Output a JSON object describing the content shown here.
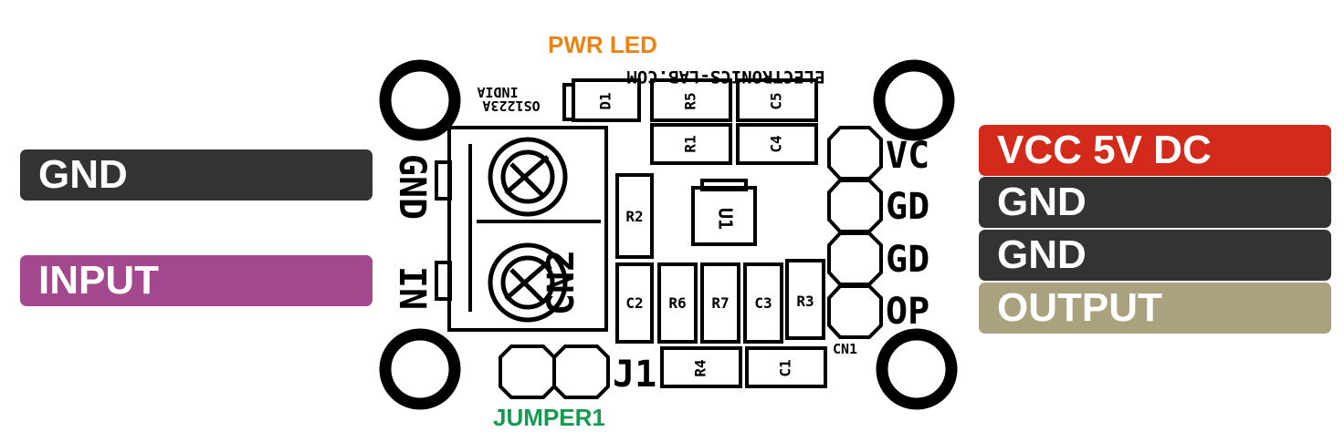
{
  "colors": {
    "gnd": "#333333",
    "input": "#a3488e",
    "vcc": "#d42a1c",
    "output": "#aaa27e",
    "pwr_led": "#e98414",
    "jumper": "#159a4f"
  },
  "left_labels": {
    "gnd": "GND",
    "input": "INPUT"
  },
  "right_labels": {
    "vcc": "VCC 5V DC",
    "gnd1": "GND",
    "gnd2": "GND",
    "output": "OUTPUT"
  },
  "annotations": {
    "pwr_led": "PWR LED",
    "jumper": "JUMPER1"
  },
  "silkscreen": {
    "website": "ELECTRONICS-LAB.COM",
    "code": "OS1223A",
    "country": "INDIA",
    "cn2_gnd": "GND",
    "cn2_in": "IN",
    "cn2": "CN2",
    "cn1": "CN1",
    "j1": "J1",
    "pin_vc": "VC",
    "pin_gd1": "GD",
    "pin_gd2": "GD",
    "pin_op": "OP"
  },
  "components": {
    "d1": "D1",
    "r5": "R5",
    "c5": "C5",
    "r1": "R1",
    "c4": "C4",
    "r2": "R2",
    "u1": "U1",
    "c2": "C2",
    "r6": "R6",
    "r7": "R7",
    "c3": "C3",
    "r3": "R3",
    "r4": "R4",
    "c1": "C1"
  }
}
